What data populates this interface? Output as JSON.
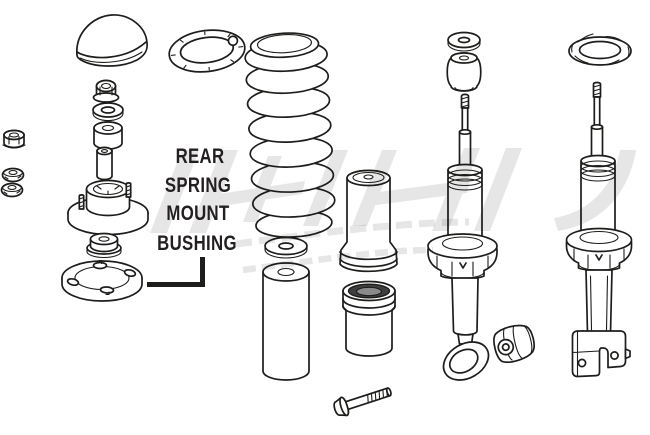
{
  "callout": {
    "label_lines": [
      "REAR",
      "SPRING",
      "MOUNT",
      "BUSHING"
    ]
  },
  "colors": {
    "background": "#ffffff",
    "line_art": "#1d1d1b",
    "label_text": "#231f20",
    "watermark": "#cdcdcd",
    "boot_opening_dark": "#3f3f3f",
    "boot_opening_mid": "#8a8a8a"
  }
}
